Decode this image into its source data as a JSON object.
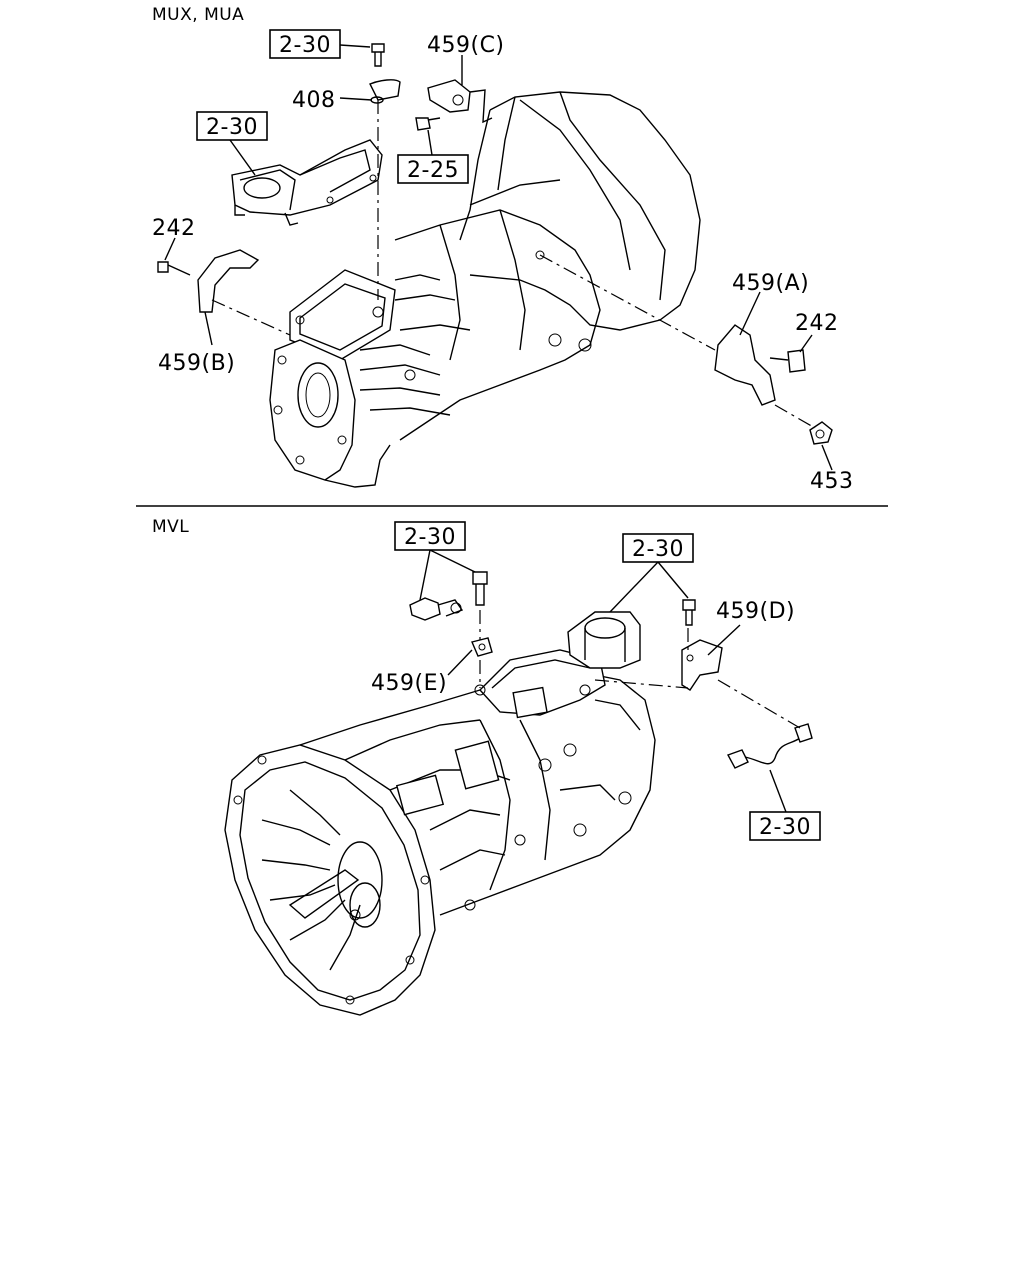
{
  "sections": {
    "top_title": "MUX, MUA",
    "bottom_title": "MVL"
  },
  "top_labels": {
    "ref_2_30_a": "2-30",
    "ref_2_30_b": "2-30",
    "ref_2_25": "2-25",
    "p408": "408",
    "p459c": "459(C)",
    "p242_left": "242",
    "p459b": "459(B)",
    "p459a": "459(A)",
    "p242_right": "242",
    "p453": "453"
  },
  "bottom_labels": {
    "ref_2_30_left": "2-30",
    "ref_2_30_right": "2-30",
    "ref_2_30_bottom": "2-30",
    "p459d": "459(D)",
    "p459e": "459(E)"
  }
}
